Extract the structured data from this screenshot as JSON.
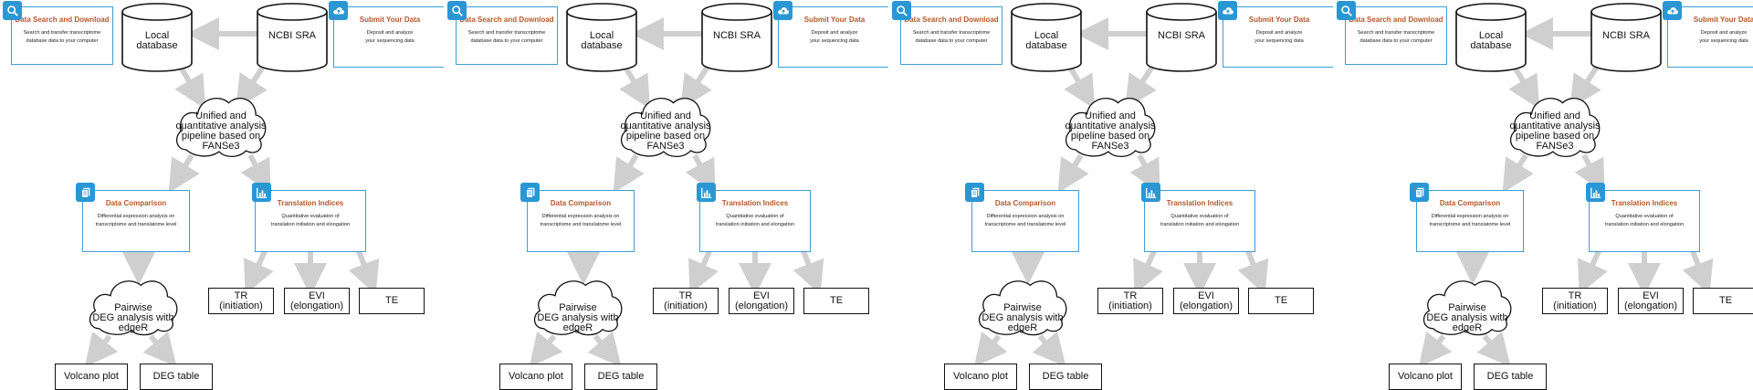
{
  "cards": {
    "search": {
      "title": "Data Search and Download",
      "desc1": "Search and transfer transcriptome",
      "desc2": "database data to your computer"
    },
    "submit": {
      "title": "Submit Your Data",
      "desc1": "Deposit and analyze",
      "desc2": "your sequencing data"
    },
    "compare": {
      "title": "Data Comparison",
      "desc1": "Differential expression analysis on",
      "desc2": "transcriptome and translatome level"
    },
    "indices": {
      "title": "Translation Indices",
      "desc1": "Quantitative evaluation of",
      "desc2": "translation initiation and elongation"
    }
  },
  "databases": {
    "local": {
      "line1": "Local",
      "line2": "database"
    },
    "sra": {
      "line1": "NCBI SRA"
    }
  },
  "clouds": {
    "pipeline": {
      "line1": "Unified and",
      "line2": "quantitative analysis",
      "line3": "pipeline based on",
      "line4": "FANSe3"
    },
    "deg": {
      "line1": "Pairwise",
      "line2": "DEG analysis with",
      "line3": "edgeR"
    }
  },
  "outputs": {
    "tr": {
      "line1": "TR",
      "line2": "(initiation)"
    },
    "evi": {
      "line1": "EVI",
      "line2": "(elongation)"
    },
    "te": {
      "line1": "TE"
    },
    "volcano": {
      "line1": "Volcano plot"
    },
    "degtable": {
      "line1": "DEG table"
    }
  },
  "colors": {
    "accent": "#2a97d4",
    "title": "#b5582a",
    "arrow": "#cfcfcf"
  },
  "icons": [
    "search-icon",
    "cloud-upload-icon",
    "document-icon",
    "bar-chart-icon"
  ]
}
